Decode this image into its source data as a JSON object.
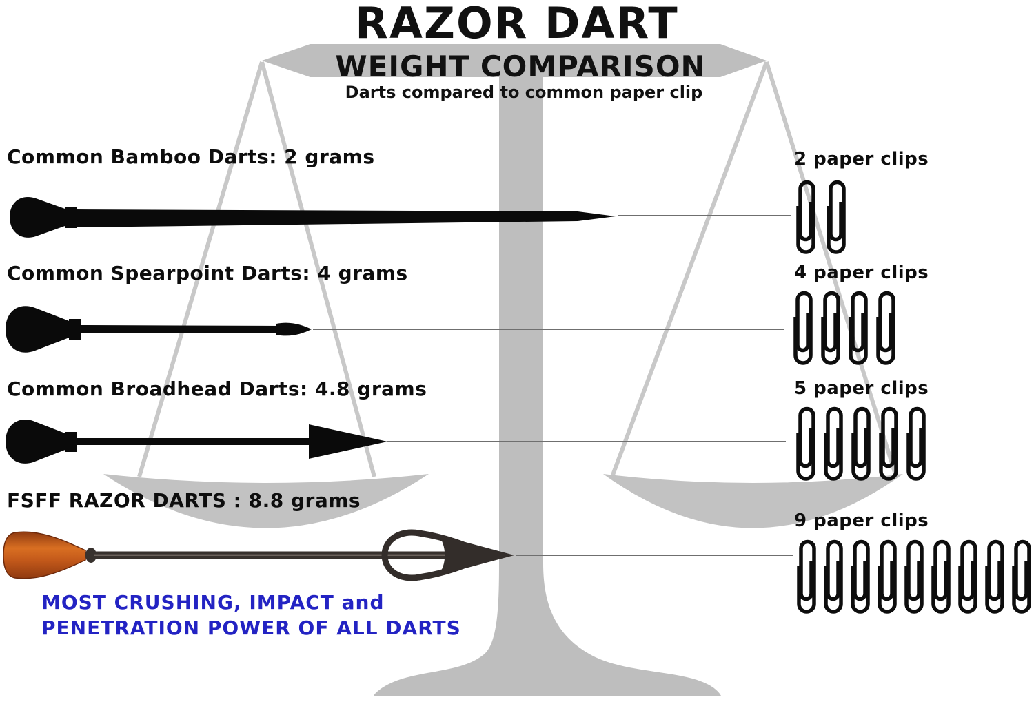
{
  "title": {
    "heading": "RAZOR DART",
    "subheading": "WEIGHT COMPARISON",
    "tagline": "Darts compared to common paper clip"
  },
  "comparison_rows": [
    {
      "dart_label": "Common Bamboo Darts: 2 grams",
      "dart_type": "bamboo-dart",
      "grams": 2,
      "clips_count": 2,
      "clips_label": "2 paper clips"
    },
    {
      "dart_label": "Common Spearpoint Darts: 4 grams",
      "dart_type": "spearpoint-dart",
      "grams": 4,
      "clips_count": 4,
      "clips_label": "4 paper clips"
    },
    {
      "dart_label": "Common Broadhead Darts: 4.8 grams",
      "dart_type": "broadhead-dart",
      "grams": 4.8,
      "clips_count": 5,
      "clips_label": "5 paper clips"
    },
    {
      "dart_label": "FSFF RAZOR DARTS : 8.8 grams",
      "dart_type": "razor-dart",
      "grams": 8.8,
      "clips_count": 9,
      "clips_label": "9 paper clips"
    }
  ],
  "footnote": {
    "line1": "MOST CRUSHING, IMPACT and",
    "line2": "PENETRATION POWER OF ALL DARTS"
  },
  "icons": {
    "background": "balance-scale-icon",
    "clip": "paperclip-icon"
  },
  "colors": {
    "scale_gray": "#bebebe",
    "string_gray": "#c8c8c8",
    "connector_gray": "#6f6f6f",
    "text_black": "#0d0d0d",
    "footnote_blue": "#2323c3",
    "razor_flight_orange": "#c85c1b",
    "razor_metal": "#38322e",
    "dart_black": "#0a0a0a"
  }
}
